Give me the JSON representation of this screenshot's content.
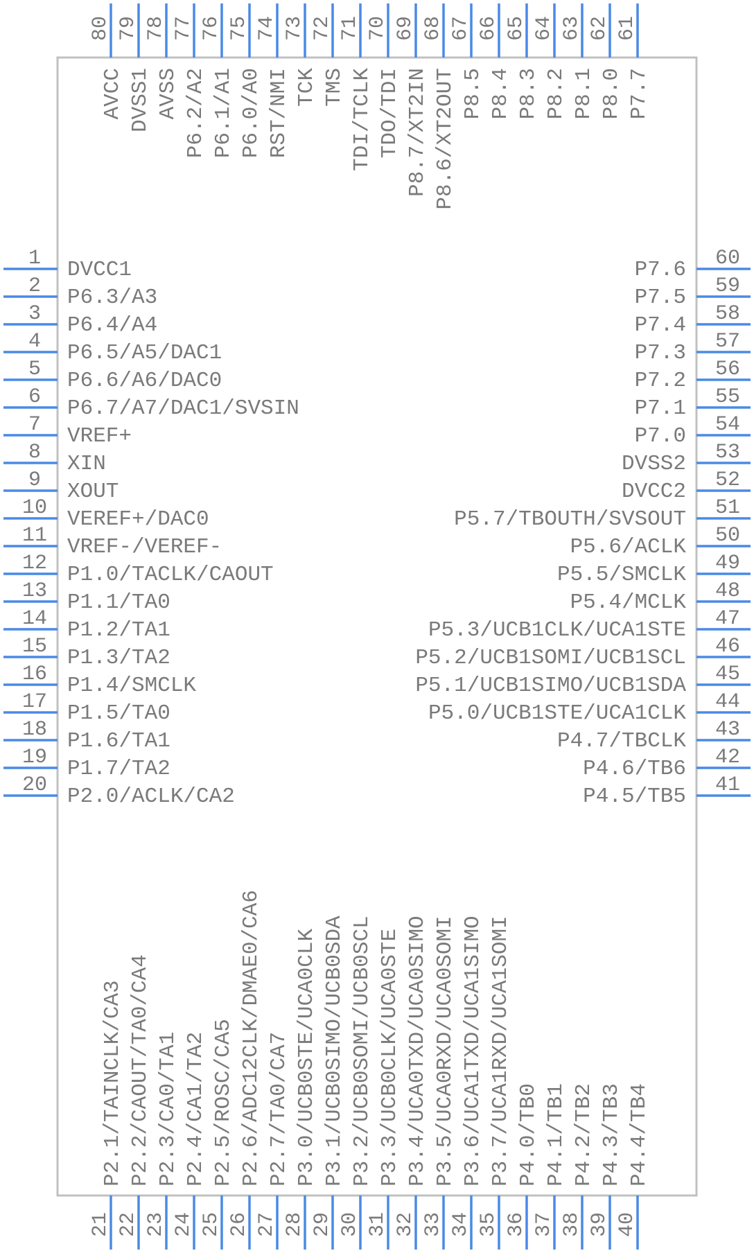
{
  "colors": {
    "pin": "#4a8ae6",
    "body": "#c0c0c0",
    "text": "#7a7a7a",
    "background": "#ffffff"
  },
  "left_pins": [
    {
      "num": "1",
      "label": "DVCC1"
    },
    {
      "num": "2",
      "label": "P6.3/A3"
    },
    {
      "num": "3",
      "label": "P6.4/A4"
    },
    {
      "num": "4",
      "label": "P6.5/A5/DAC1"
    },
    {
      "num": "5",
      "label": "P6.6/A6/DAC0"
    },
    {
      "num": "6",
      "label": "P6.7/A7/DAC1/SVSIN"
    },
    {
      "num": "7",
      "label": "VREF+"
    },
    {
      "num": "8",
      "label": "XIN"
    },
    {
      "num": "9",
      "label": "XOUT"
    },
    {
      "num": "10",
      "label": "VEREF+/DAC0"
    },
    {
      "num": "11",
      "label": "VREF-/VEREF-"
    },
    {
      "num": "12",
      "label": "P1.0/TACLK/CAOUT"
    },
    {
      "num": "13",
      "label": "P1.1/TA0"
    },
    {
      "num": "14",
      "label": "P1.2/TA1"
    },
    {
      "num": "15",
      "label": "P1.3/TA2"
    },
    {
      "num": "16",
      "label": "P1.4/SMCLK"
    },
    {
      "num": "17",
      "label": "P1.5/TA0"
    },
    {
      "num": "18",
      "label": "P1.6/TA1"
    },
    {
      "num": "19",
      "label": "P1.7/TA2"
    },
    {
      "num": "20",
      "label": "P2.0/ACLK/CA2"
    }
  ],
  "bottom_pins": [
    {
      "num": "21",
      "label": "P2.1/TAINCLK/CA3"
    },
    {
      "num": "22",
      "label": "P2.2/CAOUT/TA0/CA4"
    },
    {
      "num": "23",
      "label": "P2.3/CA0/TA1"
    },
    {
      "num": "24",
      "label": "P2.4/CA1/TA2"
    },
    {
      "num": "25",
      "label": "P2.5/ROSC/CA5"
    },
    {
      "num": "26",
      "label": "P2.6/ADC12CLK/DMAE0/CA6"
    },
    {
      "num": "27",
      "label": "P2.7/TA0/CA7"
    },
    {
      "num": "28",
      "label": "P3.0/UCB0STE/UCA0CLK"
    },
    {
      "num": "29",
      "label": "P3.1/UCB0SIMO/UCB0SDA"
    },
    {
      "num": "30",
      "label": "P3.2/UCB0SOMI/UCB0SCL"
    },
    {
      "num": "31",
      "label": "P3.3/UCB0CLK/UCA0STE"
    },
    {
      "num": "32",
      "label": "P3.4/UCA0TXD/UCA0SIMO"
    },
    {
      "num": "33",
      "label": "P3.5/UCA0RXD/UCA0SOMI"
    },
    {
      "num": "34",
      "label": "P3.6/UCA1TXD/UCA1SIMO"
    },
    {
      "num": "35",
      "label": "P3.7/UCA1RXD/UCA1SOMI"
    },
    {
      "num": "36",
      "label": "P4.0/TB0"
    },
    {
      "num": "37",
      "label": "P4.1/TB1"
    },
    {
      "num": "38",
      "label": "P4.2/TB2"
    },
    {
      "num": "39",
      "label": "P4.3/TB3"
    },
    {
      "num": "40",
      "label": "P4.4/TB4"
    }
  ],
  "right_pins": [
    {
      "num": "41",
      "label": "P4.5/TB5"
    },
    {
      "num": "42",
      "label": "P4.6/TB6"
    },
    {
      "num": "43",
      "label": "P4.7/TBCLK"
    },
    {
      "num": "44",
      "label": "P5.0/UCB1STE/UCA1CLK"
    },
    {
      "num": "45",
      "label": "P5.1/UCB1SIMO/UCB1SDA"
    },
    {
      "num": "46",
      "label": "P5.2/UCB1SOMI/UCB1SCL"
    },
    {
      "num": "47",
      "label": "P5.3/UCB1CLK/UCA1STE"
    },
    {
      "num": "48",
      "label": "P5.4/MCLK"
    },
    {
      "num": "49",
      "label": "P5.5/SMCLK"
    },
    {
      "num": "50",
      "label": "P5.6/ACLK"
    },
    {
      "num": "51",
      "label": "P5.7/TBOUTH/SVSOUT"
    },
    {
      "num": "52",
      "label": "DVCC2"
    },
    {
      "num": "53",
      "label": "DVSS2"
    },
    {
      "num": "54",
      "label": "P7.0"
    },
    {
      "num": "55",
      "label": "P7.1"
    },
    {
      "num": "56",
      "label": "P7.2"
    },
    {
      "num": "57",
      "label": "P7.3"
    },
    {
      "num": "58",
      "label": "P7.4"
    },
    {
      "num": "59",
      "label": "P7.5"
    },
    {
      "num": "60",
      "label": "P7.6"
    }
  ],
  "top_pins": [
    {
      "num": "61",
      "label": "P7.7"
    },
    {
      "num": "62",
      "label": "P8.0"
    },
    {
      "num": "63",
      "label": "P8.1"
    },
    {
      "num": "64",
      "label": "P8.2"
    },
    {
      "num": "65",
      "label": "P8.3"
    },
    {
      "num": "66",
      "label": "P8.4"
    },
    {
      "num": "67",
      "label": "P8.5"
    },
    {
      "num": "68",
      "label": "P8.6/XT2OUT"
    },
    {
      "num": "69",
      "label": "P8.7/XT2IN"
    },
    {
      "num": "70",
      "label": "TDO/TDI"
    },
    {
      "num": "71",
      "label": "TDI/TCLK"
    },
    {
      "num": "72",
      "label": "TMS"
    },
    {
      "num": "73",
      "label": "TCK"
    },
    {
      "num": "74",
      "label": "RST/NMI"
    },
    {
      "num": "75",
      "label": "P6.0/A0"
    },
    {
      "num": "76",
      "label": "P6.1/A1"
    },
    {
      "num": "77",
      "label": "P6.2/A2"
    },
    {
      "num": "78",
      "label": "AVSS"
    },
    {
      "num": "79",
      "label": "DVSS1"
    },
    {
      "num": "80",
      "label": "AVCC"
    }
  ]
}
